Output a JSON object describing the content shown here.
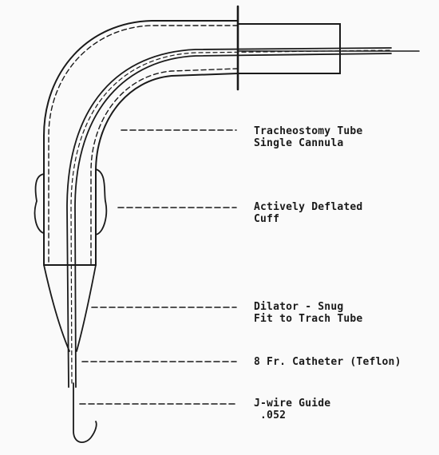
{
  "labels": {
    "tube": [
      "Tracheostomy Tube",
      "Single Cannula"
    ],
    "cuff": [
      "Actively Deflated",
      "Cuff"
    ],
    "dilator": [
      "Dilator - Snug",
      "Fit to Trach Tube"
    ],
    "catheter": [
      "8 Fr. Catheter (Teflon)"
    ],
    "jwire": [
      "J-wire Guide",
      " .052"
    ]
  },
  "colors": {
    "ink": "#1a1a1a",
    "paper": "#fafafa"
  }
}
